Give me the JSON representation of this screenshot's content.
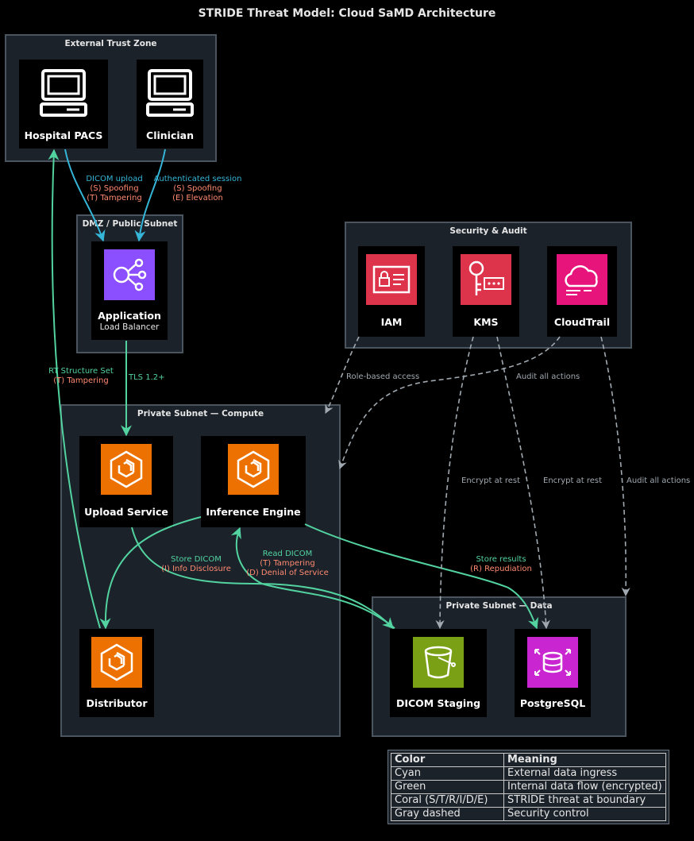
{
  "title": "STRIDE Threat Model: Cloud SaMD Architecture",
  "zones": {
    "external": "External Trust Zone",
    "dmz": "DMZ / Public Subnet",
    "security": "Security & Audit",
    "compute": "Private Subnet — Compute",
    "data": "Private Subnet — Data"
  },
  "nodes": {
    "pacs": {
      "label": "Hospital PACS",
      "icon": "monitor-icon"
    },
    "clinician": {
      "label": "Clinician",
      "icon": "monitor-icon"
    },
    "alb": {
      "label": "Application",
      "sub": "Load Balancer",
      "icon": "load-balancer-icon",
      "color": "#8c4fff"
    },
    "iam": {
      "label": "IAM",
      "icon": "id-card-icon",
      "color": "#dd344c"
    },
    "kms": {
      "label": "KMS",
      "icon": "key-icon",
      "color": "#dd344c"
    },
    "cloudtrail": {
      "label": "CloudTrail",
      "icon": "cloud-trail-icon",
      "color": "#e7157b"
    },
    "upload": {
      "label": "Upload Service",
      "icon": "compute-icon",
      "color": "#ed7100"
    },
    "inference": {
      "label": "Inference Engine",
      "icon": "compute-icon",
      "color": "#ed7100"
    },
    "distributor": {
      "label": "Distributor",
      "icon": "compute-icon",
      "color": "#ed7100"
    },
    "staging": {
      "label": "DICOM Staging",
      "icon": "bucket-icon",
      "color": "#7aa116"
    },
    "postgres": {
      "label": "PostgreSQL",
      "icon": "database-icon",
      "color": "#c925d1"
    }
  },
  "edges": {
    "dicom_upload": {
      "label": "DICOM upload",
      "threats": [
        "(S) Spoofing",
        "(T) Tampering"
      ]
    },
    "auth_session": {
      "label": "Authenticated session",
      "threats": [
        "(S) Spoofing",
        "(E) Elevation"
      ]
    },
    "tls": {
      "label": "TLS 1.2+"
    },
    "rt_structure": {
      "label": "RT Structure Set",
      "threats": [
        "(T) Tampering"
      ]
    },
    "store_dicom": {
      "label": "Store DICOM",
      "threats": [
        "(I) Info Disclosure"
      ]
    },
    "read_dicom": {
      "label": "Read DICOM",
      "threats": [
        "(T) Tampering",
        "(D) Denial of Service"
      ]
    },
    "store_results": {
      "label": "Store results",
      "threats": [
        "(R) Repudiation"
      ]
    },
    "role_access": {
      "label": "Role-based access"
    },
    "audit_all_1": {
      "label": "Audit all actions"
    },
    "encrypt_1": {
      "label": "Encrypt at rest"
    },
    "encrypt_2": {
      "label": "Encrypt at rest"
    },
    "audit_all_2": {
      "label": "Audit all actions"
    }
  },
  "colors": {
    "cyan": "#35b6d8",
    "green": "#52d3a0",
    "coral": "#ff8a70",
    "gray": "#a0a8b0",
    "zone_border": "#4a5560",
    "zone_fill": "#1b222a"
  },
  "legend": {
    "headers": [
      "Color",
      "Meaning"
    ],
    "rows": [
      {
        "color": "Cyan",
        "meaning": "External data ingress"
      },
      {
        "color": "Green",
        "meaning": "Internal data flow (encrypted)"
      },
      {
        "color": "Coral (S/T/R/I/D/E)",
        "meaning": "STRIDE threat at boundary"
      },
      {
        "color": "Gray dashed",
        "meaning": "Security control"
      }
    ]
  }
}
